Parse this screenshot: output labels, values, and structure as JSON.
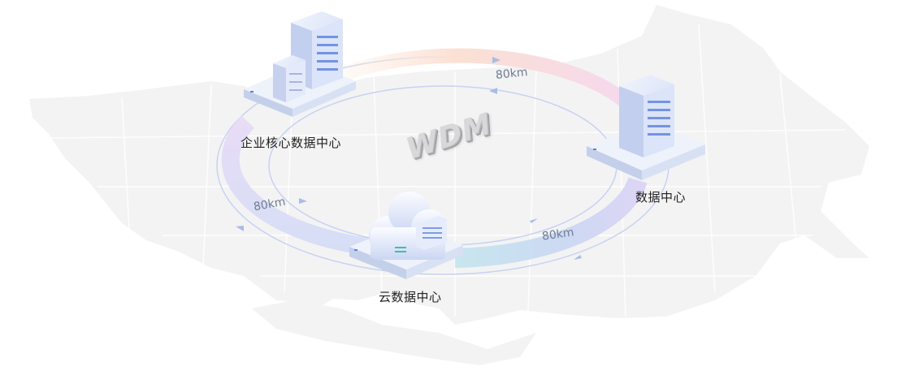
{
  "diagram": {
    "center_text": "WDM",
    "nodes": {
      "enterprise": {
        "label": "企业核心数据中心",
        "icon": "server-rack-icon"
      },
      "datacenter": {
        "label": "数据中心",
        "icon": "server-rack-icon"
      },
      "cloud": {
        "label": "云数据中心",
        "icon": "cloud-server-icon"
      }
    },
    "links": [
      {
        "from": "enterprise",
        "to": "datacenter",
        "distance": "80km"
      },
      {
        "from": "enterprise",
        "to": "cloud",
        "distance": "80km"
      },
      {
        "from": "cloud",
        "to": "datacenter",
        "distance": "80km"
      }
    ],
    "colors": {
      "ring_warm": "#fbe4d8",
      "ring_purple": "#d9d2f5",
      "ring_teal": "#c8e6ee",
      "map_fill": "#f2f2f3",
      "server_face": "#e8eefb",
      "server_accent": "#5b7fe0"
    }
  }
}
